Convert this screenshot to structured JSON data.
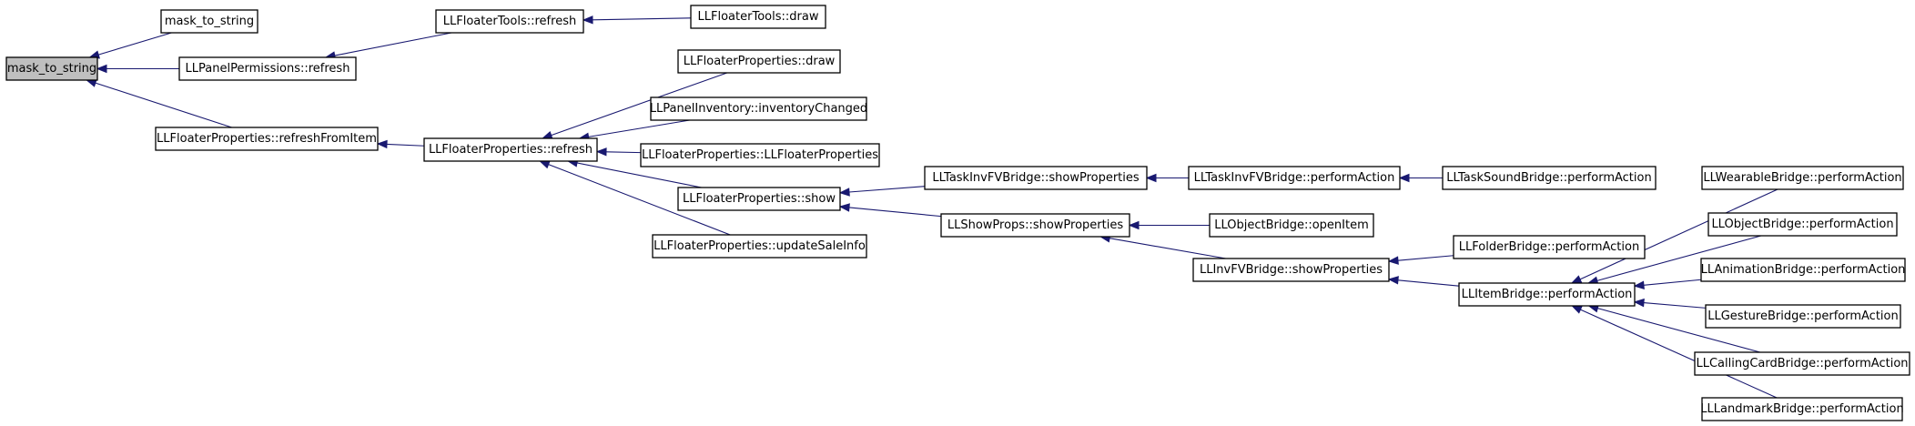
{
  "graph": {
    "highlight_color": "#bfbfbf",
    "edge_color": "#191970",
    "nodes": [
      {
        "id": "n0",
        "label": "mask_to_string",
        "highlight": true
      },
      {
        "id": "n1",
        "label": "mask_to_string"
      },
      {
        "id": "n2",
        "label": "LLPanelPermissions::refresh"
      },
      {
        "id": "n3",
        "label": "LLFloaterTools::refresh"
      },
      {
        "id": "n4",
        "label": "LLFloaterTools::draw"
      },
      {
        "id": "n5",
        "label": "LLFloaterProperties::refreshFromItem"
      },
      {
        "id": "n6",
        "label": "LLFloaterProperties::refresh"
      },
      {
        "id": "n7",
        "label": "LLFloaterProperties::draw"
      },
      {
        "id": "n8",
        "label": "LLPanelInventory::inventoryChanged"
      },
      {
        "id": "n9",
        "label": "LLFloaterProperties::LLFloaterProperties"
      },
      {
        "id": "n10",
        "label": "LLFloaterProperties::show"
      },
      {
        "id": "n11",
        "label": "LLFloaterProperties::updateSaleInfo"
      },
      {
        "id": "n12",
        "label": "LLTaskInvFVBridge::showProperties"
      },
      {
        "id": "n13",
        "label": "LLTaskInvFVBridge::performAction"
      },
      {
        "id": "n14",
        "label": "LLTaskSoundBridge::performAction"
      },
      {
        "id": "n15",
        "label": "LLShowProps::showProperties"
      },
      {
        "id": "n16",
        "label": "LLObjectBridge::openItem"
      },
      {
        "id": "n17",
        "label": "LLInvFVBridge::showProperties"
      },
      {
        "id": "n18",
        "label": "LLFolderBridge::performAction"
      },
      {
        "id": "n19",
        "label": "LLItemBridge::performAction"
      },
      {
        "id": "n20",
        "label": "LLWearableBridge::performAction"
      },
      {
        "id": "n21",
        "label": "LLObjectBridge::performAction"
      },
      {
        "id": "n22",
        "label": "LLAnimationBridge::performAction"
      },
      {
        "id": "n23",
        "label": "LLGestureBridge::performAction"
      },
      {
        "id": "n24",
        "label": "LLCallingCardBridge::performAction"
      },
      {
        "id": "n25",
        "label": "LLLandmarkBridge::performAction"
      }
    ],
    "edges": [
      {
        "from": "n1",
        "to": "n0"
      },
      {
        "from": "n2",
        "to": "n0"
      },
      {
        "from": "n5",
        "to": "n0"
      },
      {
        "from": "n3",
        "to": "n2"
      },
      {
        "from": "n4",
        "to": "n3"
      },
      {
        "from": "n6",
        "to": "n5"
      },
      {
        "from": "n7",
        "to": "n6"
      },
      {
        "from": "n8",
        "to": "n6"
      },
      {
        "from": "n9",
        "to": "n6"
      },
      {
        "from": "n10",
        "to": "n6"
      },
      {
        "from": "n11",
        "to": "n6"
      },
      {
        "from": "n12",
        "to": "n10"
      },
      {
        "from": "n15",
        "to": "n10"
      },
      {
        "from": "n13",
        "to": "n12"
      },
      {
        "from": "n14",
        "to": "n13"
      },
      {
        "from": "n16",
        "to": "n15"
      },
      {
        "from": "n17",
        "to": "n15"
      },
      {
        "from": "n18",
        "to": "n17"
      },
      {
        "from": "n19",
        "to": "n17"
      },
      {
        "from": "n20",
        "to": "n19"
      },
      {
        "from": "n21",
        "to": "n19"
      },
      {
        "from": "n22",
        "to": "n19"
      },
      {
        "from": "n23",
        "to": "n19"
      },
      {
        "from": "n24",
        "to": "n19"
      },
      {
        "from": "n25",
        "to": "n19"
      }
    ]
  }
}
